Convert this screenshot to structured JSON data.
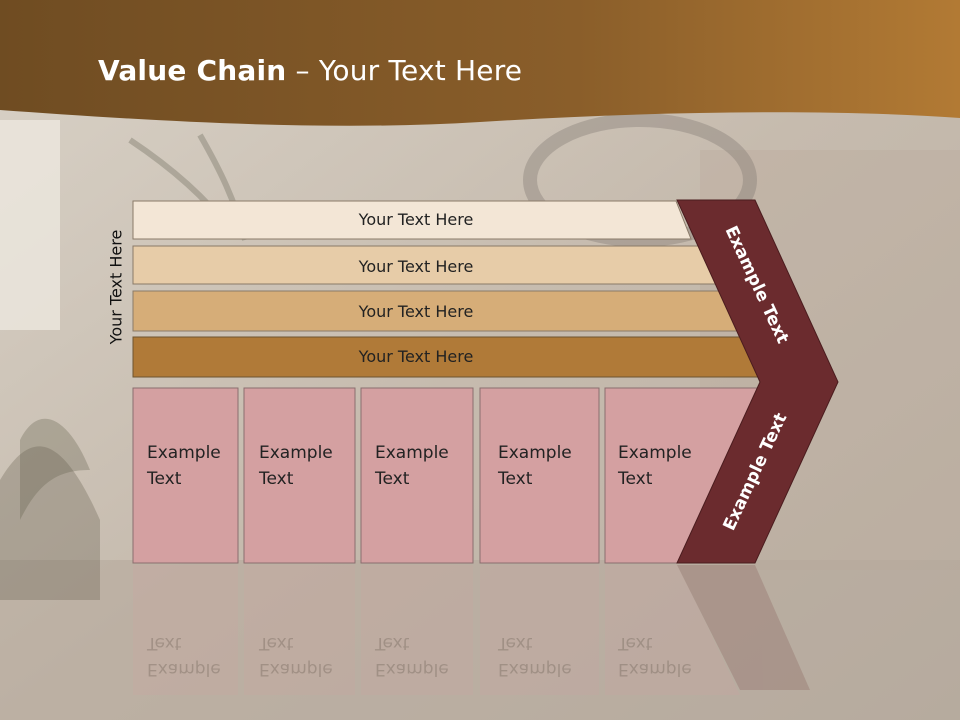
{
  "title": {
    "bold": "Value Chain",
    "rest": " – Your Text Here"
  },
  "side_label": "Your Text Here",
  "bars": [
    {
      "label": "Your Text Here",
      "color": "#f3e6d6"
    },
    {
      "label": "Your Text Here",
      "color": "#e7cca8"
    },
    {
      "label": "Your Text Here",
      "color": "#d6ad78"
    },
    {
      "label": "Your Text Here",
      "color": "#b07a38"
    }
  ],
  "cells": [
    {
      "line1": "Example",
      "line2": "Text"
    },
    {
      "line1": "Example",
      "line2": "Text"
    },
    {
      "line1": "Example",
      "line2": "Text"
    },
    {
      "line1": "Example",
      "line2": "Text"
    },
    {
      "line1": "Example",
      "line2": "Text"
    }
  ],
  "chevron_upper": "Example Text",
  "chevron_lower": "Example Text",
  "colors": {
    "header": "#8a5e2a",
    "cell": "#d4a0a1",
    "chevron": "#6b2b2e",
    "background": "#c9c0b4"
  }
}
